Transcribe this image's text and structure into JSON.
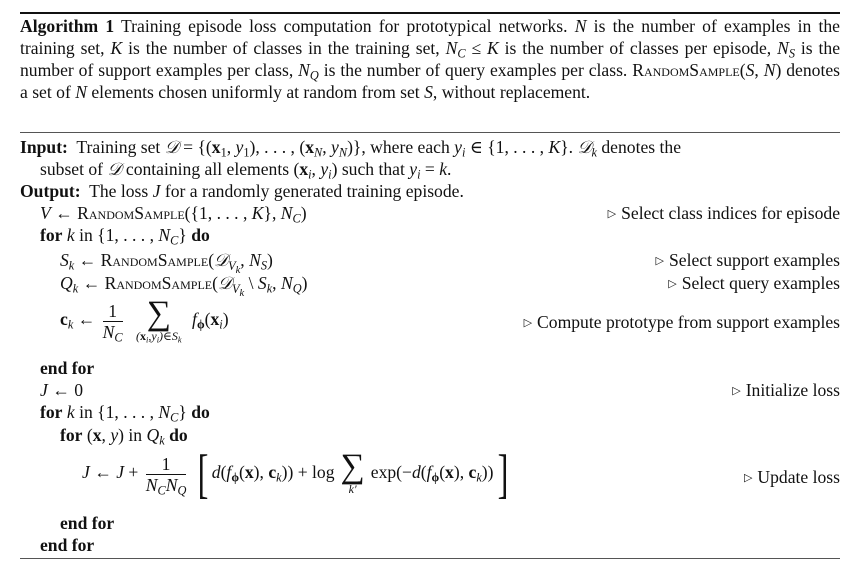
{
  "algorithm": {
    "label": "Algorithm 1",
    "caption": {
      "intro": "Training episode loss computation for prototypical networks.",
      "definitions": [
        {
          "symbol": "N",
          "text": "is the number of examples in the training set,"
        },
        {
          "symbol": "K",
          "text": "is the number of classes in the training set,"
        },
        {
          "symbol": "N_C ≤ K",
          "text": "is the number of classes per episode,"
        },
        {
          "symbol": "N_S",
          "text": "is the number of support examples per class,"
        },
        {
          "symbol": "N_Q",
          "text": "is the number of query examples per class."
        },
        {
          "symbol": "RandomSample(S, N)",
          "text": "denotes a set of N elements chosen uniformly at random from set S, without replacement."
        }
      ]
    },
    "input": {
      "label": "Input:",
      "text": "Training set 𝒟 = {(x₁, y₁), . . . , (x_N, y_N)}, where each yᵢ ∈ {1, . . . , K}. 𝒟_k denotes the subset of 𝒟 containing all elements (xᵢ, yᵢ) such that yᵢ = k."
    },
    "output": {
      "label": "Output:",
      "text": "The loss J for a randomly generated training episode."
    },
    "steps": [
      {
        "indent": 1,
        "code": "V ← RandomSample({1, . . . , K}, N_C)",
        "comment": "Select class indices for episode"
      },
      {
        "indent": 1,
        "code": "for k in {1, . . . , N_C} do",
        "comment": ""
      },
      {
        "indent": 2,
        "code": "S_k ← RandomSample(𝒟_{V_k}, N_S)",
        "comment": "Select support examples"
      },
      {
        "indent": 2,
        "code": "Q_k ← RandomSample(𝒟_{V_k} \\ S_k, N_Q)",
        "comment": "Select query examples"
      },
      {
        "indent": 2,
        "code": "c_k ← (1/N_C) Σ_{(xᵢ,yᵢ)∈S_k} f_φ(xᵢ)",
        "comment": "Compute prototype from support examples"
      },
      {
        "indent": 1,
        "code": "end for",
        "comment": ""
      },
      {
        "indent": 1,
        "code": "J ← 0",
        "comment": "Initialize loss"
      },
      {
        "indent": 1,
        "code": "for k in {1, . . . , N_C} do",
        "comment": ""
      },
      {
        "indent": 2,
        "code": "for (x, y) in Q_k do",
        "comment": ""
      },
      {
        "indent": 3,
        "code": "J ← J + (1/(N_C N_Q)) [ d(f_φ(x), c_k)) + log Σ_{k'} exp(−d(f_φ(x), c_k)) ]",
        "comment": "Update loss"
      },
      {
        "indent": 2,
        "code": "end for",
        "comment": ""
      },
      {
        "indent": 1,
        "code": "end for",
        "comment": ""
      }
    ]
  },
  "ui": {
    "label": "Algorithm 1",
    "cap_intro": "Training episode loss computation for prototypical networks.",
    "kw_input": "Input:",
    "kw_output": "Output:",
    "kw_for": "for",
    "kw_do": "do",
    "kw_endfor": "end for",
    "rs": "RandomSample",
    "output_text_a": "The loss",
    "output_text_b": "for a randomly generated training episode.",
    "c_select_class": "Select class indices for episode",
    "c_select_support": "Select support examples",
    "c_select_query": "Select query examples",
    "c_prototype": "Compute prototype from support examples",
    "c_init": "Initialize loss",
    "c_update": "Update loss",
    "comment_marker": "▷"
  }
}
